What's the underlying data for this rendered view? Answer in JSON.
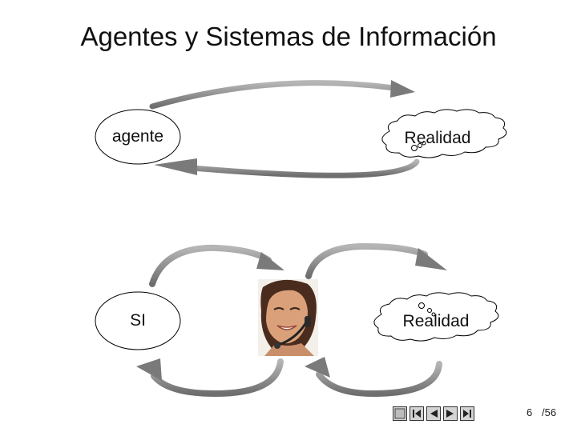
{
  "slide": {
    "title": "Agentes y Sistemas de Información"
  },
  "diagram": {
    "top": {
      "agent_label": "agente",
      "reality_label": "Realidad"
    },
    "bottom": {
      "system_label": "SI",
      "reality_label": "Realidad",
      "person_image": "woman-with-headset-photo"
    },
    "colors": {
      "arrow": "#8a8a8a",
      "outline": "#000000"
    }
  },
  "navigation": {
    "buttons": [
      "menu-icon",
      "first-page-icon",
      "previous-page-icon",
      "next-page-icon",
      "last-page-icon"
    ],
    "current_page": "6",
    "total_pages": "/56"
  }
}
